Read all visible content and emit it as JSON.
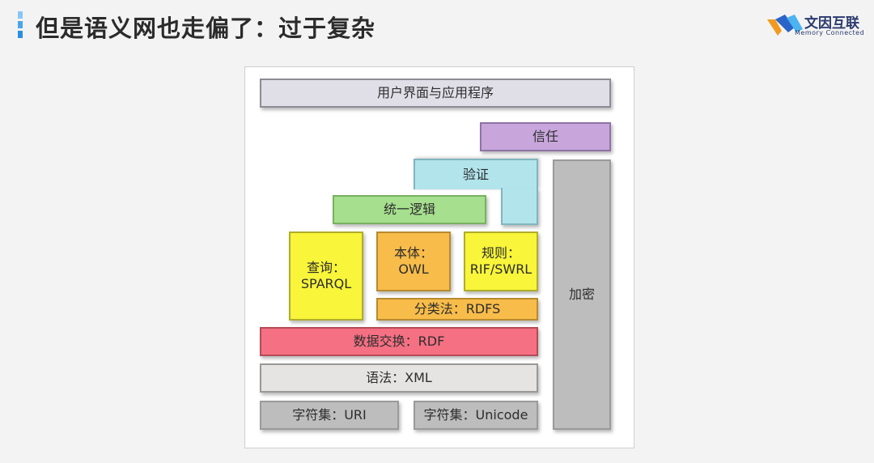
{
  "header": {
    "title": "但是语义网也走偏了：过于复杂",
    "logo_cn": "文因互联",
    "logo_en": "Memory  Connected"
  },
  "diagram": {
    "layers": {
      "ui": "用户界面与应用程序",
      "trust": "信任",
      "proof": "验证",
      "logic": "统一逻辑",
      "query": "查询：\nSPARQL",
      "ontology": "本体：\nOWL",
      "rules": "规则：\nRIF/SWRL",
      "taxonomy": "分类法：RDFS",
      "crypto": "加密",
      "rdf": "数据交换：RDF",
      "xml": "语法：XML",
      "uri": "字符集：URI",
      "unicode": "字符集：Unicode"
    },
    "colors": {
      "ui": "#e0dfe8",
      "trust": "#c8a6dc",
      "proof": "#b2e4ec",
      "logic": "#a6df8e",
      "yellow": "#f8f53a",
      "orange": "#f8bc4a",
      "red": "#f47082",
      "grey": "#bdbdbd",
      "light": "#e6e4e3"
    }
  }
}
